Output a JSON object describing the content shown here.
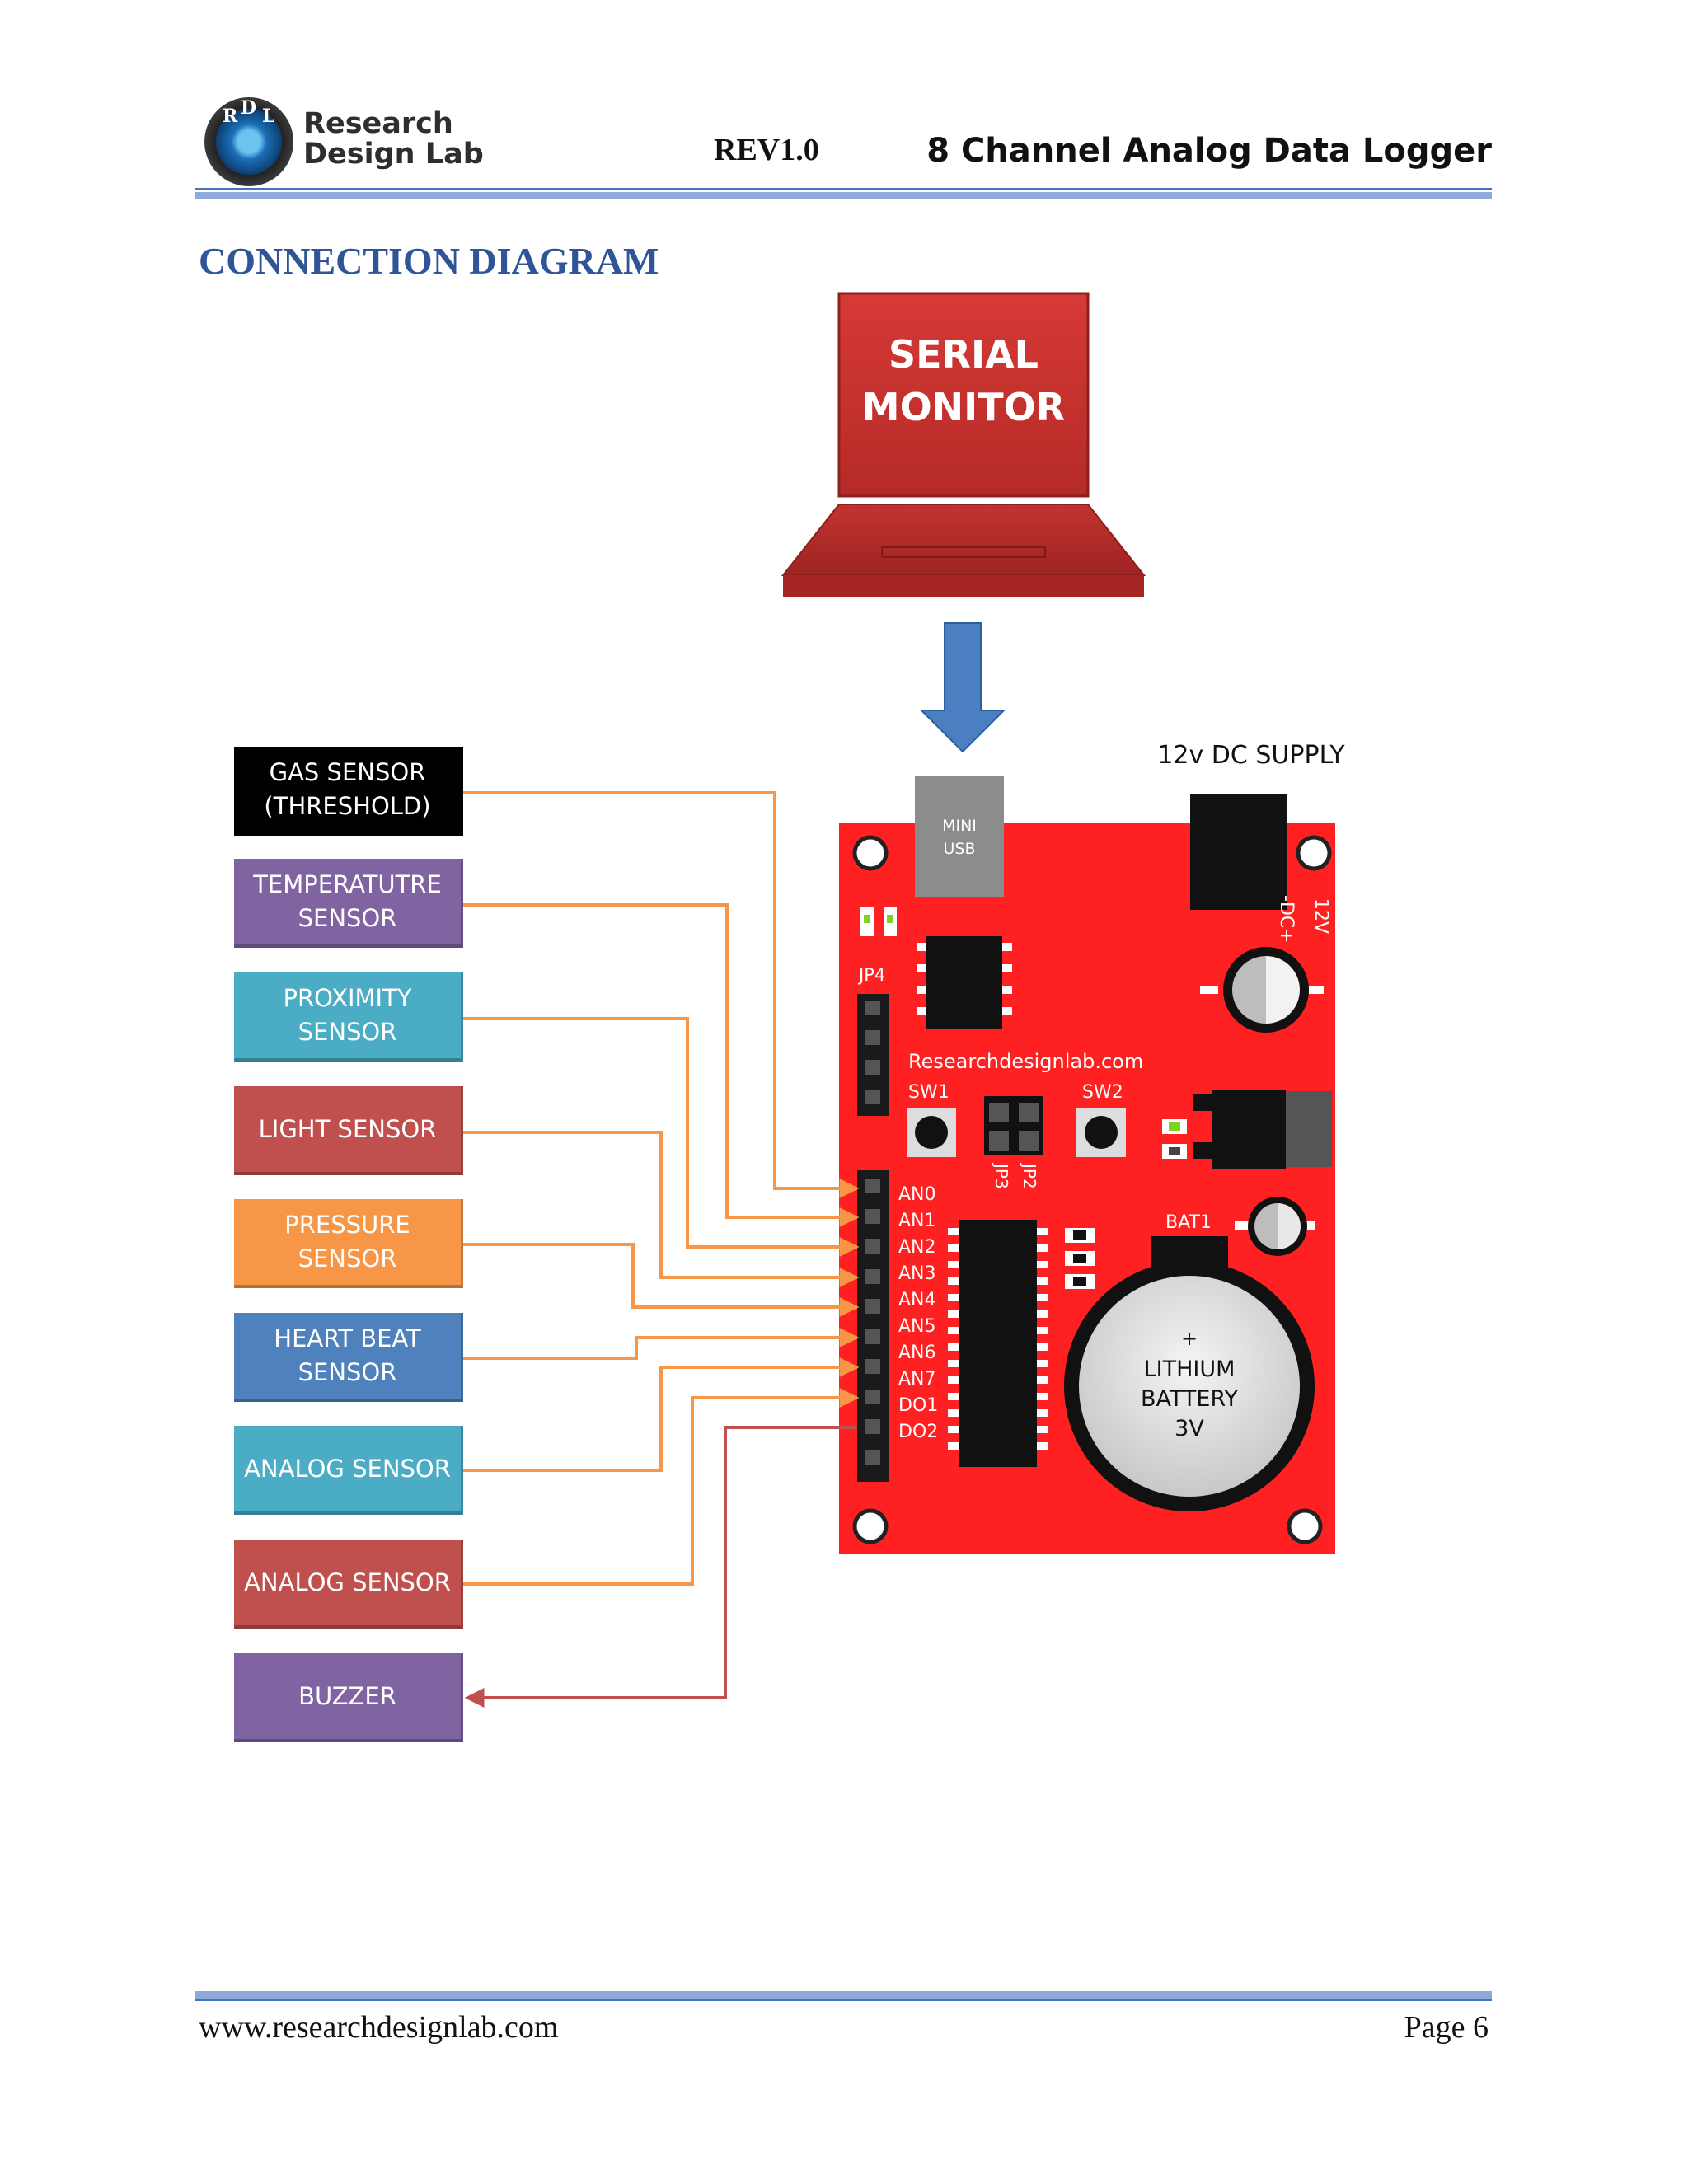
{
  "header": {
    "logo_letters": [
      "R",
      "D",
      "L"
    ],
    "brand_line1": "Research",
    "brand_line2": "Design Lab",
    "revision": "REV1.0",
    "doc_title": "8 Channel Analog Data Logger"
  },
  "section_title": "CONNECTION DIAGRAM",
  "diagram": {
    "monitor_label_line1": "SERIAL",
    "monitor_label_line2": "MONITOR",
    "supply_label": "12v DC SUPPLY",
    "usb_line1": "MINI",
    "usb_line2": "USB",
    "jp4": "JP4",
    "dc_label_12v": "12V",
    "dc_label_dc": "-DC+",
    "website": "Researchdesignlab.com",
    "sw1": "SW1",
    "sw2": "SW2",
    "jp3": "JP3",
    "jp2": "JP2",
    "bat1": "BAT1",
    "battery_plus": "+",
    "battery_line1": "LITHIUM",
    "battery_line2": "BATTERY",
    "battery_line3": "3V",
    "pins": [
      "AN0",
      "AN1",
      "AN2",
      "AN3",
      "AN4",
      "AN5",
      "AN6",
      "AN7",
      "DO1",
      "DO2"
    ],
    "sensors": [
      {
        "label": "GAS SENSOR\n(THRESHOLD)",
        "color": "#000000"
      },
      {
        "label": "TEMPERATUTRE\nSENSOR",
        "color": "#8064a2"
      },
      {
        "label": "PROXIMITY\nSENSOR",
        "color": "#4bacc6"
      },
      {
        "label": "LIGHT SENSOR",
        "color": "#c0504d"
      },
      {
        "label": "PRESSURE\nSENSOR",
        "color": "#f79646"
      },
      {
        "label": "HEART BEAT\nSENSOR",
        "color": "#4f81bd"
      },
      {
        "label": "ANALOG SENSOR",
        "color": "#4bacc6"
      },
      {
        "label": "ANALOG SENSOR",
        "color": "#c0504d"
      },
      {
        "label": "BUZZER",
        "color": "#8064a2"
      }
    ],
    "wire_color": "#f79646",
    "buzzer_wire_color": "#c0504d",
    "board_color": "#ff2121",
    "arrow_color": "#4a7fc1"
  },
  "footer": {
    "url": "www.researchdesignlab.com",
    "page": "Page 6"
  }
}
